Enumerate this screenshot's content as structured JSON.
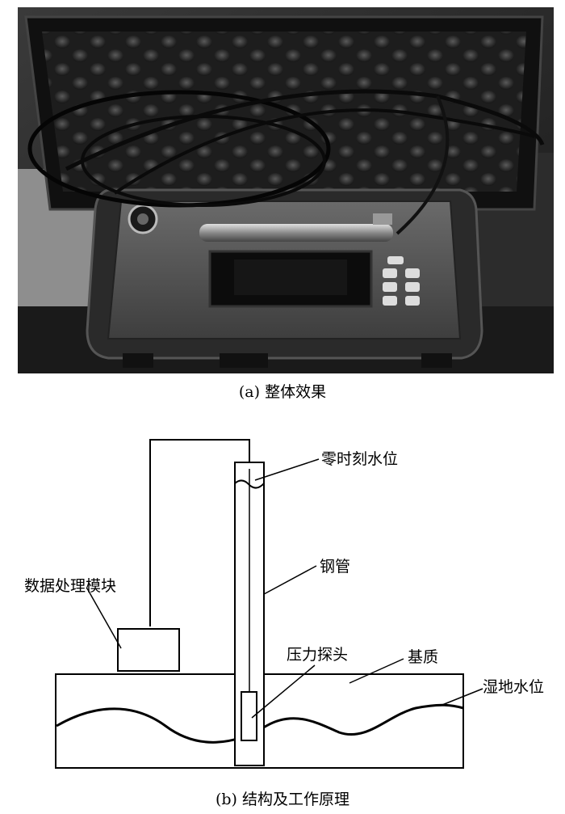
{
  "figure": {
    "photo": {
      "caption": "(a)  整体效果"
    },
    "schematic": {
      "caption": "(b)  结构及工作原理",
      "labels": {
        "zero_time_water_level": "零时刻水位",
        "steel_pipe": "钢管",
        "data_processing_module": "数据处理模块",
        "pressure_probe": "压力探头",
        "substrate": "基质",
        "wetland_water_level": "湿地水位"
      }
    }
  }
}
